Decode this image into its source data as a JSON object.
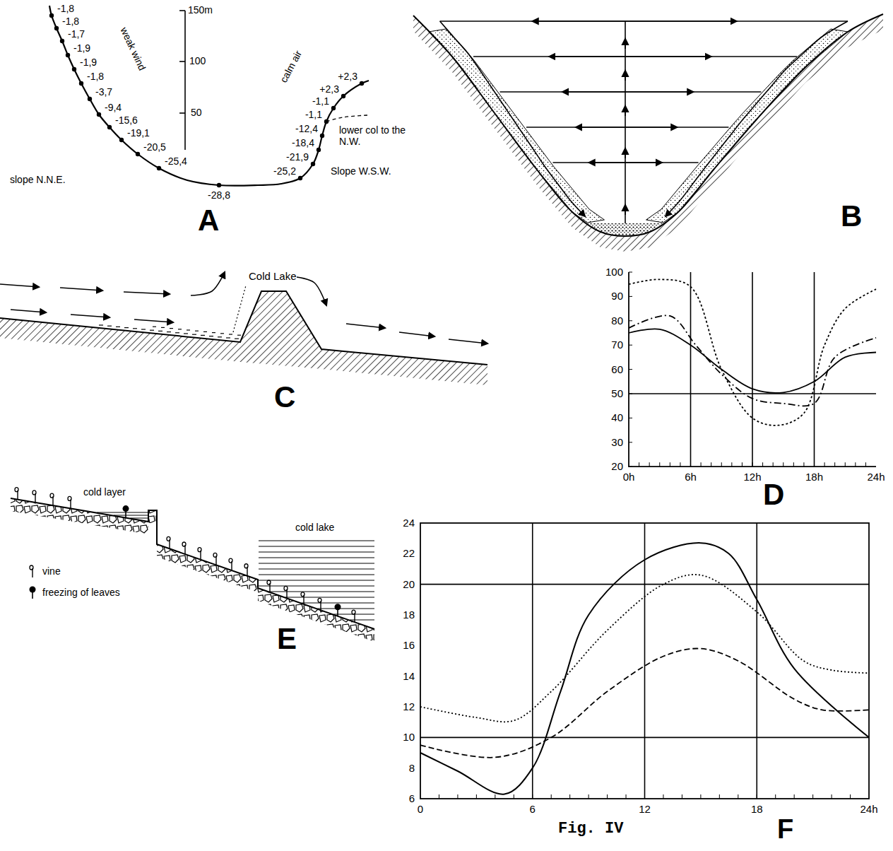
{
  "diagram": {
    "caption": "Fig. IV",
    "labels": [
      "-1,8",
      "-1,8",
      "-1,7",
      "-1,9",
      "-1,9",
      "-1,8",
      "-3,7",
      "-9,4",
      "-15,6",
      "-19,1",
      "-20,5",
      "-25,4",
      "-28,8",
      "-25,2",
      "-21,9",
      "-18,4",
      "-12,4",
      "-1,1",
      "-1,1",
      "+2,3",
      "+2,3",
      "150m",
      "100",
      "50",
      "weak wind",
      "calm air",
      "lower col to the N.W.",
      "slope N.N.E.",
      "Slope W.S.W.",
      "A",
      "B",
      "Cold Lake",
      "C",
      "100",
      "90",
      "80",
      "70",
      "60",
      "50",
      "40",
      "30",
      "20",
      "0h",
      "6h",
      "12h",
      "18h",
      "24h",
      "D",
      "cold layer",
      "cold lake",
      "vine",
      "freezing of leaves",
      "E",
      "24",
      "22",
      "20",
      "18",
      "16",
      "14",
      "12",
      "10",
      "8",
      "6",
      "0",
      "6",
      "12",
      "18",
      "24h",
      "F"
    ]
  }
}
